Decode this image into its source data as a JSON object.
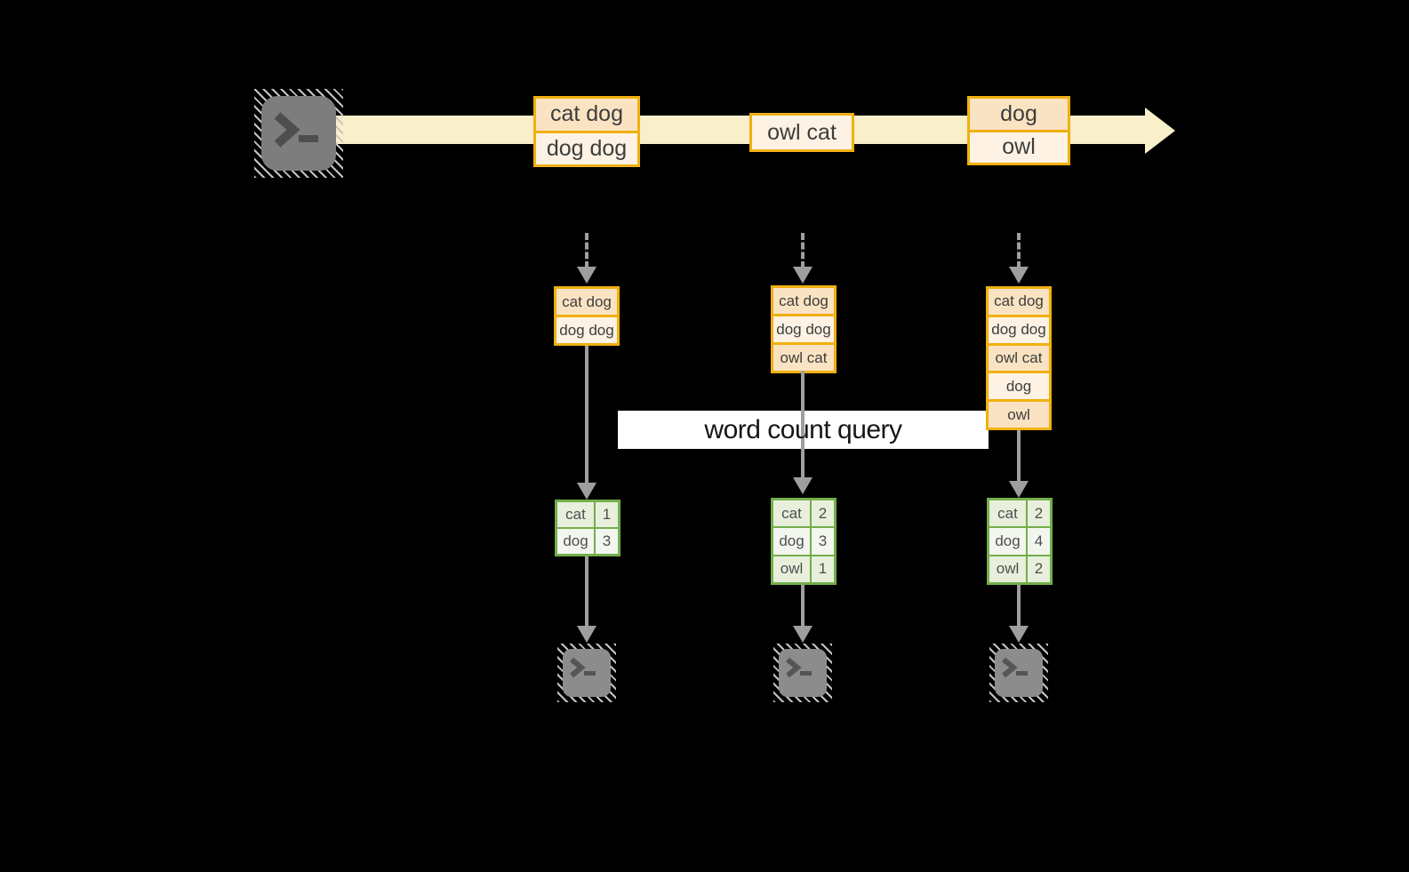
{
  "query": {
    "label": "word count query"
  },
  "timeline": {
    "description": "stream of text events flowing from a terminal source",
    "events": [
      {
        "lines": [
          "cat dog",
          "dog dog"
        ]
      },
      {
        "lines": [
          "owl cat"
        ]
      },
      {
        "lines": [
          "dog",
          "owl"
        ]
      }
    ]
  },
  "columns": [
    {
      "batch": [
        "cat dog",
        "dog dog"
      ],
      "counts": [
        {
          "word": "cat",
          "count": "1"
        },
        {
          "word": "dog",
          "count": "3"
        }
      ]
    },
    {
      "batch": [
        "cat dog",
        "dog dog",
        "owl cat"
      ],
      "counts": [
        {
          "word": "cat",
          "count": "2"
        },
        {
          "word": "dog",
          "count": "3"
        },
        {
          "word": "owl",
          "count": "1"
        }
      ]
    },
    {
      "batch": [
        "cat dog",
        "dog dog",
        "owl cat",
        "dog",
        "owl"
      ],
      "counts": [
        {
          "word": "cat",
          "count": "2"
        },
        {
          "word": "dog",
          "count": "4"
        },
        {
          "word": "owl",
          "count": "2"
        }
      ]
    }
  ],
  "icons": {
    "source": "terminal-icon",
    "sinks": [
      "terminal-icon",
      "terminal-icon",
      "terminal-icon"
    ],
    "stream": "right-arrow-icon"
  },
  "colors": {
    "background": "#000000",
    "stream_arrow": "#FAEFCB",
    "box_border": "#F0B010",
    "box_fill_dark": "#FAE3C2",
    "box_fill_light": "#FDF2E3",
    "table_border": "#74AE4B",
    "table_fill_dark": "#E8EFDC",
    "table_fill_light": "#F3F6EF",
    "arrow_gray": "#9E9E9E",
    "terminal_gray": "#7D7D7D",
    "query_band": "#FFFFFF",
    "text": "#3D3D3D"
  }
}
